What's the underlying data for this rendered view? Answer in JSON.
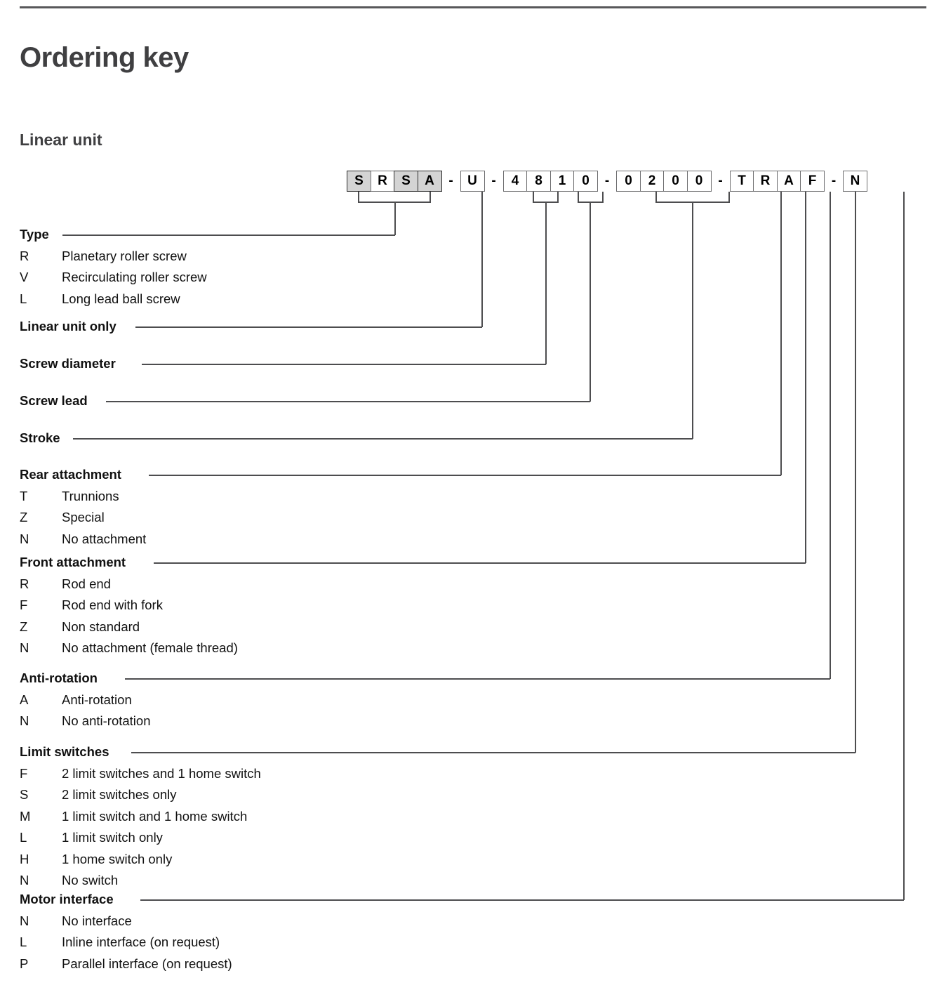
{
  "document": {
    "title": "Ordering key",
    "subtitle": "Linear unit"
  },
  "code_string": {
    "groups": [
      {
        "name": "type-group",
        "cells": [
          {
            "char": "S",
            "shaded": true
          },
          {
            "char": "R",
            "shaded": false
          },
          {
            "char": "S",
            "shaded": true
          },
          {
            "char": "A",
            "shaded": true
          }
        ]
      },
      {
        "name": "separator-1",
        "dash": "-"
      },
      {
        "name": "unit-group",
        "cells": [
          {
            "char": "U",
            "shaded": false
          }
        ]
      },
      {
        "name": "separator-2",
        "dash": "-"
      },
      {
        "name": "screw-group",
        "cells": [
          {
            "char": "4",
            "shaded": false
          },
          {
            "char": "8",
            "shaded": false
          },
          {
            "char": "1",
            "shaded": false
          },
          {
            "char": "0",
            "shaded": false
          }
        ]
      },
      {
        "name": "separator-3",
        "dash": "-"
      },
      {
        "name": "stroke-group",
        "cells": [
          {
            "char": "0",
            "shaded": false
          },
          {
            "char": "2",
            "shaded": false
          },
          {
            "char": "0",
            "shaded": false
          },
          {
            "char": "0",
            "shaded": false
          }
        ]
      },
      {
        "name": "separator-4",
        "dash": "-"
      },
      {
        "name": "attachment-group",
        "cells": [
          {
            "char": "T",
            "shaded": false
          },
          {
            "char": "R",
            "shaded": false
          },
          {
            "char": "A",
            "shaded": false
          },
          {
            "char": "F",
            "shaded": false
          }
        ]
      },
      {
        "name": "separator-5",
        "dash": "-"
      },
      {
        "name": "motor-group",
        "cells": [
          {
            "char": "N",
            "shaded": false
          }
        ]
      }
    ]
  },
  "legend": [
    {
      "key": "type",
      "heading": "Type",
      "options": [
        {
          "code": "R",
          "desc": "Planetary roller screw"
        },
        {
          "code": "V",
          "desc": "Recirculating roller screw"
        },
        {
          "code": "L",
          "desc": "Long lead ball screw"
        }
      ]
    },
    {
      "key": "linear_unit_only",
      "heading": "Linear unit only",
      "options": []
    },
    {
      "key": "screw_diameter",
      "heading": "Screw diameter",
      "options": []
    },
    {
      "key": "screw_lead",
      "heading": "Screw lead",
      "options": []
    },
    {
      "key": "stroke",
      "heading": "Stroke",
      "options": []
    },
    {
      "key": "rear_attachment",
      "heading": "Rear attachment",
      "options": [
        {
          "code": "T",
          "desc": "Trunnions"
        },
        {
          "code": "Z",
          "desc": "Special"
        },
        {
          "code": "N",
          "desc": "No attachment"
        }
      ]
    },
    {
      "key": "front_attachment",
      "heading": "Front attachment",
      "options": [
        {
          "code": "R",
          "desc": "Rod end"
        },
        {
          "code": "F",
          "desc": "Rod end with fork"
        },
        {
          "code": "Z",
          "desc": "Non standard"
        },
        {
          "code": "N",
          "desc": "No attachment (female thread)"
        }
      ]
    },
    {
      "key": "anti_rotation",
      "heading": "Anti-rotation",
      "options": [
        {
          "code": "A",
          "desc": "Anti-rotation"
        },
        {
          "code": "N",
          "desc": "No anti-rotation"
        }
      ]
    },
    {
      "key": "limit_switches",
      "heading": "Limit switches",
      "options": [
        {
          "code": "F",
          "desc": "2 limit switches and 1 home switch"
        },
        {
          "code": "S",
          "desc": "2 limit switches only"
        },
        {
          "code": "M",
          "desc": "1 limit switch and 1 home switch"
        },
        {
          "code": "L",
          "desc": "1 limit switch only"
        },
        {
          "code": "H",
          "desc": "1 home switch only"
        },
        {
          "code": "N",
          "desc": "No switch"
        }
      ]
    },
    {
      "key": "motor_interface",
      "heading": "Motor interface",
      "options": [
        {
          "code": "N",
          "desc": "No interface"
        },
        {
          "code": "L",
          "desc": "Inline interface (on request)"
        },
        {
          "code": "P",
          "desc": "Parallel interface (on request)"
        }
      ]
    }
  ],
  "colors": {
    "rule": "#58585a",
    "leader_line": "#4d4d4f",
    "cell_border": "#6e6e70",
    "cell_shaded": "#d4d4d4",
    "text": "#111111",
    "heading": "#3f3f41"
  },
  "layout": {
    "block_tops": [
      325,
      456,
      509,
      562,
      615,
      667,
      792,
      957,
      1062,
      1272
    ],
    "leader_turn_x": [
      563,
      687,
      778,
      841,
      987,
      1113,
      1148,
      1183,
      1219,
      1288
    ]
  }
}
